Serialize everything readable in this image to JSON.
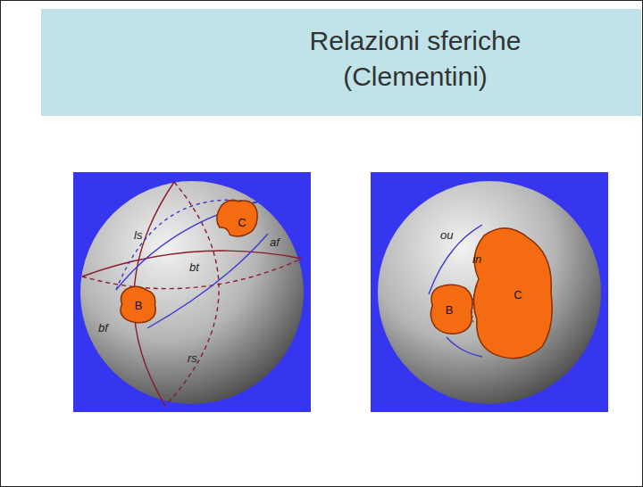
{
  "diagram": {
    "title": "Relazioni sferiche (Clementini)",
    "nodes": [
      {
        "text": [
          "B"
        ]
      },
      {
        "text": [
          "C"
        ]
      },
      {
        "text": [
          "C"
        ]
      },
      {
        "text": [
          "B"
        ]
      }
    ],
    "labels": [
      "ls",
      "bt",
      "af",
      "bf",
      "rs",
      "ou",
      "in"
    ]
  }
}
